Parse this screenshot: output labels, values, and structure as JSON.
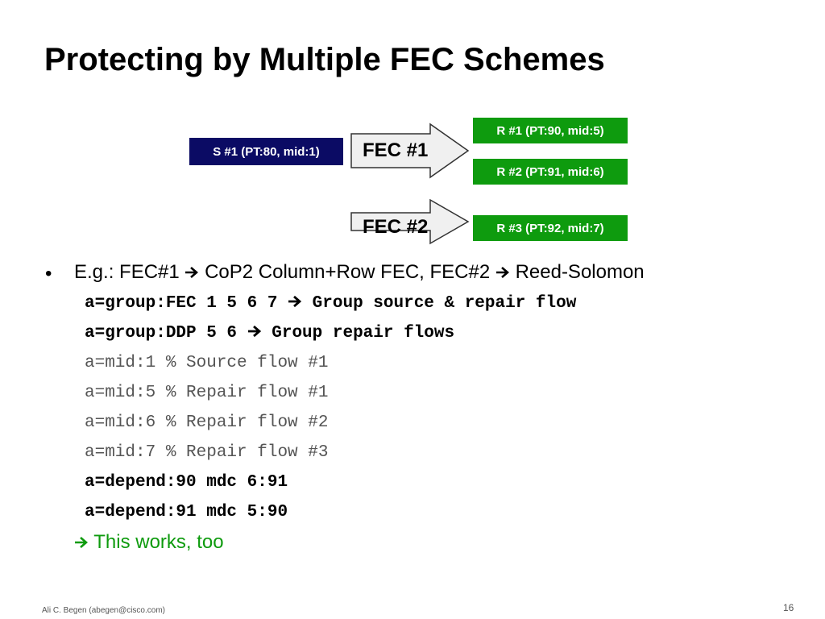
{
  "slide": {
    "title": "Protecting by Multiple FEC Schemes",
    "page_number": "16",
    "footer": "Ali C. Begen (abegen@cisco.com)"
  },
  "diagram": {
    "source": {
      "label": "S #1 (PT:80, mid:1)",
      "color": "#0b0b64"
    },
    "repairs": [
      {
        "label": "R #1 (PT:90, mid:5)",
        "color": "#0e9b0e"
      },
      {
        "label": "R #2 (PT:91, mid:6)",
        "color": "#0e9b0e"
      },
      {
        "label": "R #3 (PT:92, mid:7)",
        "color": "#0e9b0e"
      }
    ],
    "arrows": [
      {
        "label": "FEC #1"
      },
      {
        "label": "FEC #2"
      }
    ],
    "arrow_fill": "#f0f0f0"
  },
  "bullet": {
    "prefix": "E.g.: FEC#1",
    "middle": "CoP2 Column+Row FEC, FEC#2",
    "suffix": "Reed-Solomon"
  },
  "code_lines": {
    "line1_a": "a=group:FEC 1 5 6 7",
    "line1_b": "Group source & repair flow",
    "line2_a": "a=group:DDP 5 6",
    "line2_b": "Group repair flows",
    "line3": "a=mid:1 % Source flow #1",
    "line4": "a=mid:5 % Repair flow #1",
    "line5": "a=mid:6 % Repair flow #2",
    "line6": "a=mid:7 % Repair flow #3",
    "line7": "a=depend:90 mdc 6:91",
    "line8": "a=depend:91 mdc 5:90"
  },
  "conclusion": {
    "text": "This works, too",
    "color": "#0e9b0e"
  }
}
